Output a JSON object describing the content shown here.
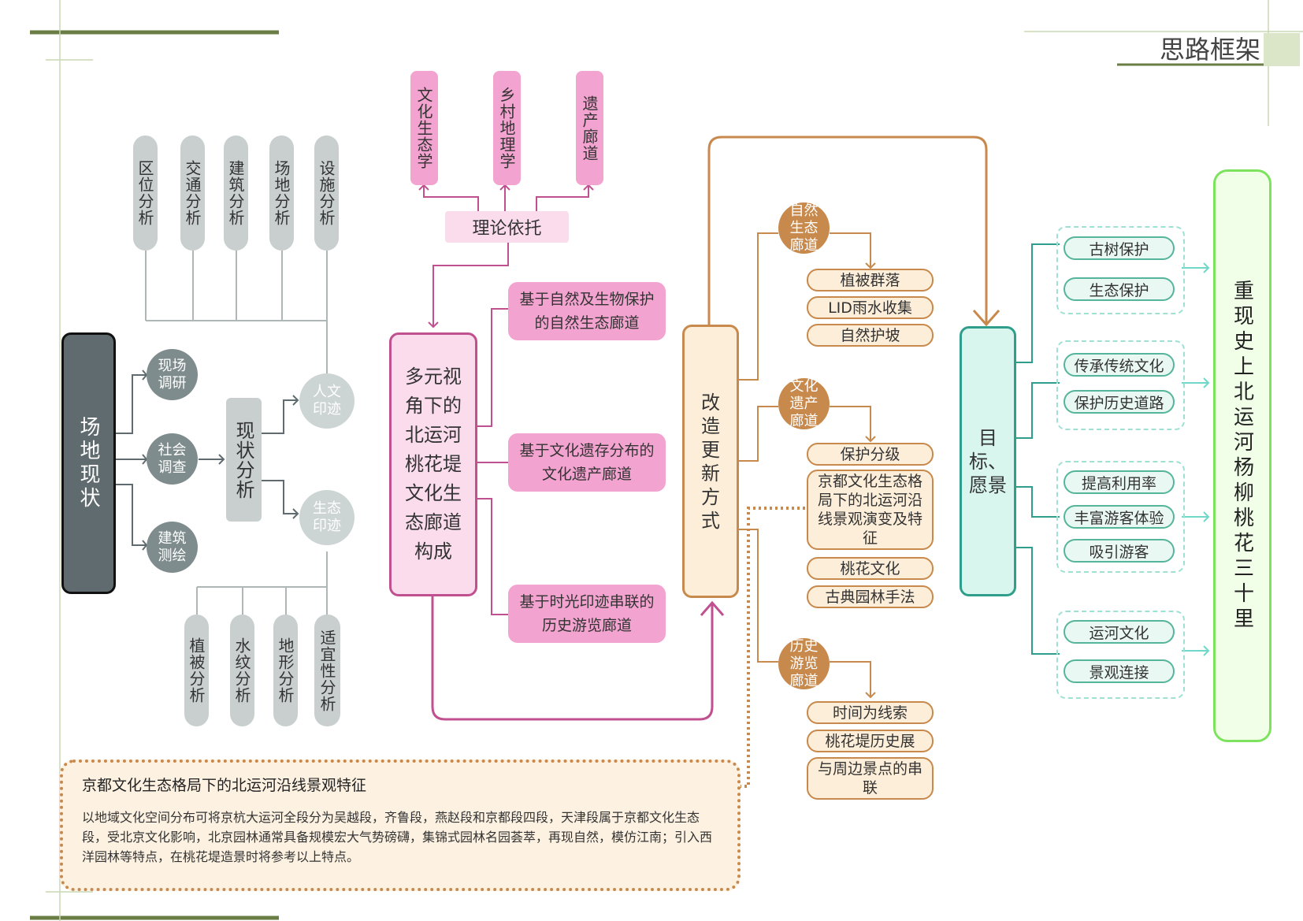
{
  "header": {
    "title": "思路框架"
  },
  "site": {
    "main": "场地现状",
    "methods": [
      "现场调研",
      "社会调查",
      "建筑测绘"
    ],
    "analysis": "现状分析",
    "imprint_human": "人文印迹",
    "imprint_eco": "生态印迹",
    "top_items": [
      "区位分析",
      "交通分析",
      "建筑分析",
      "场地分析",
      "设施分析"
    ],
    "bottom_items": [
      "植被分析",
      "水纹分析",
      "地形分析",
      "适宜性分析"
    ]
  },
  "theory": {
    "label": "理论依托",
    "items": [
      "文化生态学",
      "乡村地理学",
      "遗产廊道"
    ]
  },
  "composition": {
    "main": "多元视角下的北运河桃花堤文化生态廊道构成",
    "items": [
      "基于自然及生物保护的自然生态廊道",
      "基于文化遗存分布的文化遗产廊道",
      "基于时光印迹串联的历史游览廊道"
    ]
  },
  "renewal": {
    "main": "改造更新方式",
    "groups": [
      {
        "label": "自然生态廊道",
        "items": [
          "植被群落",
          "LID雨水收集",
          "自然护坡"
        ]
      },
      {
        "label": "文化遗产廊道",
        "items": [
          "保护分级",
          "京都文化生态格局下的北运河沿线景观演变及特征",
          "桃花文化",
          "古典园林手法"
        ]
      },
      {
        "label": "历史游览廊道",
        "items": [
          "时间为线索",
          "桃花堤历史展",
          "与周边景点的串联"
        ]
      }
    ]
  },
  "goal": {
    "main": "目标、愿景",
    "groups": [
      [
        "古树保护",
        "生态保护"
      ],
      [
        "传承传统文化",
        "保护历史道路"
      ],
      [
        "提高利用率",
        "丰富游客体验",
        "吸引游客"
      ],
      [
        "运河文化",
        "景观连接"
      ]
    ],
    "vision": "重现史上北运河杨柳桃花三十里"
  },
  "note": {
    "title": "京都文化生态格局下的北运河沿线景观特征",
    "body": "以地域文化空间分布可将京杭大运河全段分为吴越段，齐鲁段，燕赵段和京都段四段，天津段属于京都文化生态段，受北京文化影响，北京园林通常具备规模宏大气势磅礴，集锦式园林名园荟萃，再现自然，模仿江南；引入西洋园林等特点，在桃花堤造景时将参考以上特点。"
  },
  "colors": {
    "grey": "#5f6b6e",
    "grey_line": "#aeb6b6",
    "pink": "#c0508f",
    "pink_fill": "#f2a3cf",
    "orange": "#c8894c",
    "orange_fill": "#fdeed9",
    "teal": "#2f9e8a",
    "green": "#7de35e",
    "olive": "#6a7d44"
  }
}
